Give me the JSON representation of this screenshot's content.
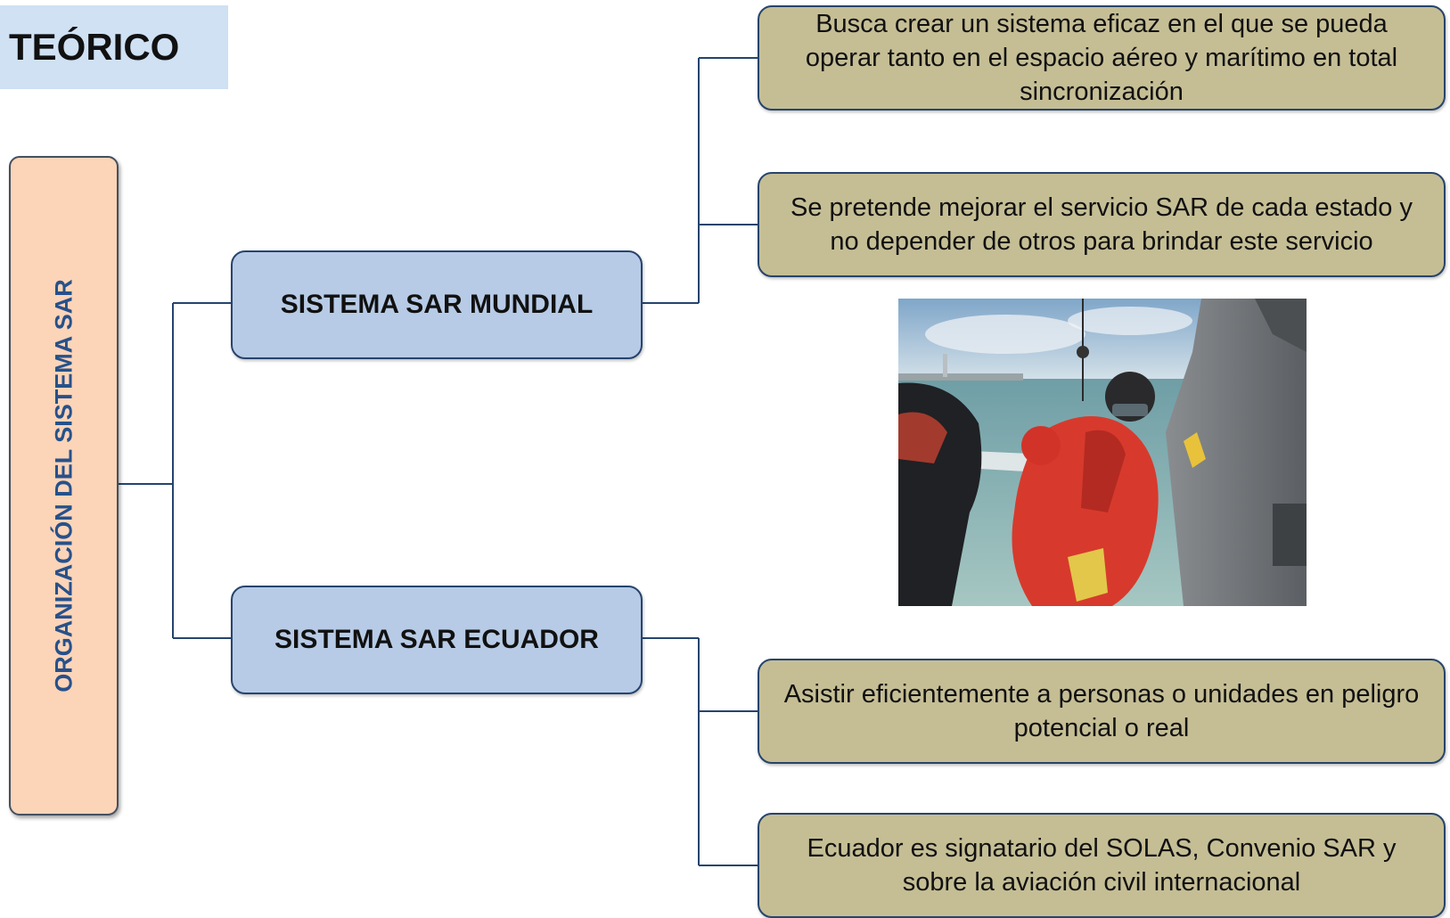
{
  "title": "TEÓRICO",
  "root": {
    "label": "ORGANIZACIÓN DEL SISTEMA SAR"
  },
  "branches": [
    {
      "label": "SISTEMA SAR MUNDIAL",
      "children": [
        "Busca crear un sistema eficaz en el que se pueda operar tanto en el espacio aéreo y marítimo en total sincronización",
        "Se pretende mejorar el servicio SAR de cada estado y no depender de otros para brindar este servicio"
      ]
    },
    {
      "label": "SISTEMA SAR ECUADOR",
      "children": [
        "Asistir eficientemente a personas o unidades en peligro potencial o real",
        "Ecuador es signatario del SOLAS, Convenio SAR y sobre la aviación civil internacional"
      ]
    }
  ],
  "colors": {
    "title_bg": "#cfe1f3",
    "root_bg": "#fcd4b8",
    "root_text": "#27518a",
    "branch_bg": "#b7cbe6",
    "leaf_bg": "#c5be95",
    "connector": "#26446e"
  }
}
